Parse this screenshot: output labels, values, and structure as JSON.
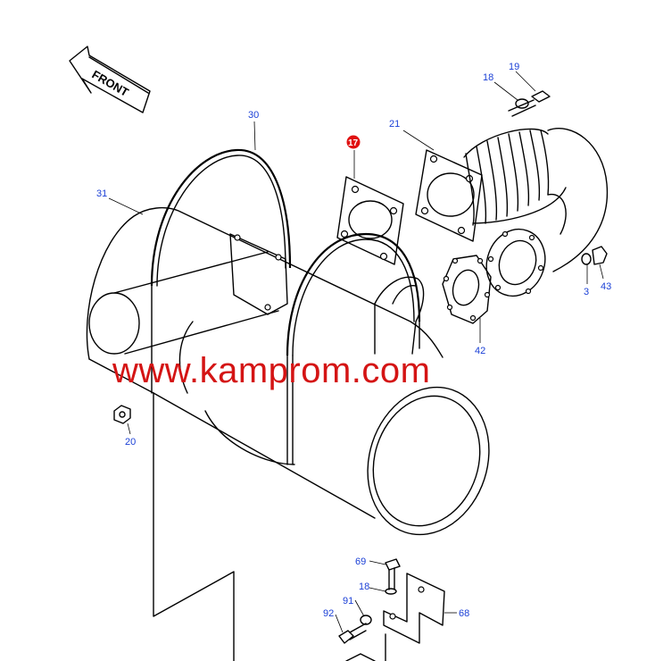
{
  "watermark": "www.kamprom.com",
  "front_label": "FRONT",
  "highlight_color": "#e01010",
  "label_color": "#1a3fd6",
  "callouts": {
    "c30": "30",
    "c31": "31",
    "c17": "17",
    "c21": "21",
    "c18a": "18",
    "c19": "19",
    "c3": "3",
    "c43": "43",
    "c42": "42",
    "c20": "20",
    "c69": "69",
    "c18b": "18",
    "c91": "91",
    "c92": "92",
    "c68": "68"
  }
}
